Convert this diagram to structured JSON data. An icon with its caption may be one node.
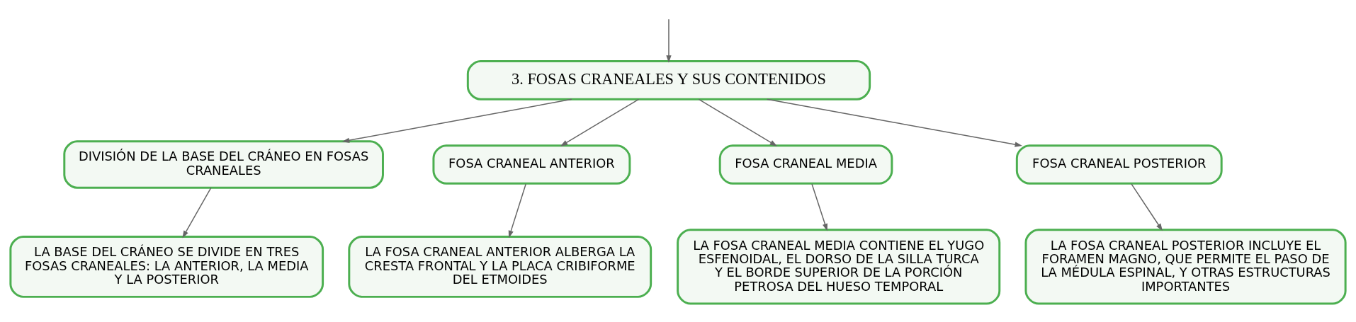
{
  "diagram": {
    "nodes": [
      {
        "text": [
          "3. FOSAS CRANEALES Y SUS CONTENIDOS"
        ]
      },
      {
        "text": [
          "DIVISIÓN DE LA BASE DEL CRÁNEO EN FOSAS CRANEALES"
        ]
      },
      {
        "text": [
          "LA BASE DEL CRÁNEO SE DIVIDE EN TRES FOSAS CRANEALES: LA ANTERIOR, LA MEDIA Y LA POSTERIOR"
        ]
      },
      {
        "text": [
          "FOSA CRANEAL ANTERIOR"
        ]
      },
      {
        "text": [
          "LA FOSA CRANEAL ANTERIOR ALBERGA LA CRESTA FRONTAL Y LA PLACA CRIBIFORME DEL ETMOIDES"
        ]
      },
      {
        "text": [
          "FOSA CRANEAL MEDIA"
        ]
      },
      {
        "text": [
          "LA FOSA CRANEAL MEDIA CONTIENE EL YUGO ESFENOIDAL, EL DORSO DE LA SILLA TURCA Y EL BORDE SUPERIOR DE LA PORCIÓN PETROSA DEL HUESO TEMPORAL"
        ]
      },
      {
        "text": [
          "FOSA CRANEAL POSTERIOR"
        ]
      },
      {
        "text": [
          "LA FOSA CRANEAL POSTERIOR INCLUYE EL FORAMEN MAGNO, QUE PERMITE EL PASO DE LA MÉDULA ESPINAL, Y OTRAS ESTRUCTURAS IMPORTANTES"
        ]
      }
    ],
    "edges": [
      {
        "from": null,
        "to": 0,
        "arrow": "to"
      },
      {
        "from": 0,
        "to": 1,
        "arrow": "to"
      },
      {
        "from": 0,
        "to": 3,
        "arrow": "to"
      },
      {
        "from": 0,
        "to": 5,
        "arrow": "to"
      },
      {
        "from": 0,
        "to": 7,
        "arrow": "to"
      },
      {
        "from": 1,
        "to": 2,
        "arrow": "to"
      },
      {
        "from": 3,
        "to": 4,
        "arrow": "to"
      },
      {
        "from": 5,
        "to": 6,
        "arrow": "to"
      },
      {
        "from": 7,
        "to": 8,
        "arrow": "to"
      }
    ]
  }
}
